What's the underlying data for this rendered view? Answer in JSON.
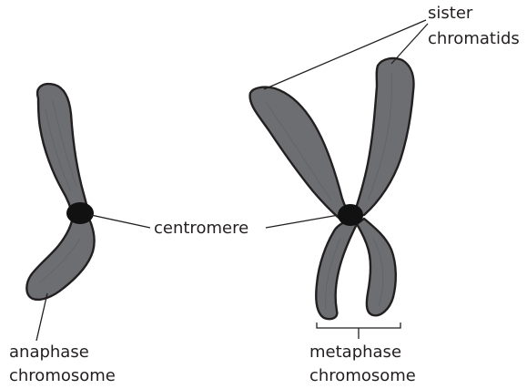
{
  "labels": {
    "sister_line1": "sister",
    "sister_line2": "chromatids",
    "centromere": "centromere",
    "anaphase_line1": "anaphase",
    "anaphase_line2": "chromosome",
    "metaphase_line1": "metaphase",
    "metaphase_line2": "chromosome"
  },
  "colors": {
    "chromatid_fill": "#6d6e71",
    "outline": "#231f20",
    "centromere": "#111111",
    "background": "#ffffff"
  }
}
